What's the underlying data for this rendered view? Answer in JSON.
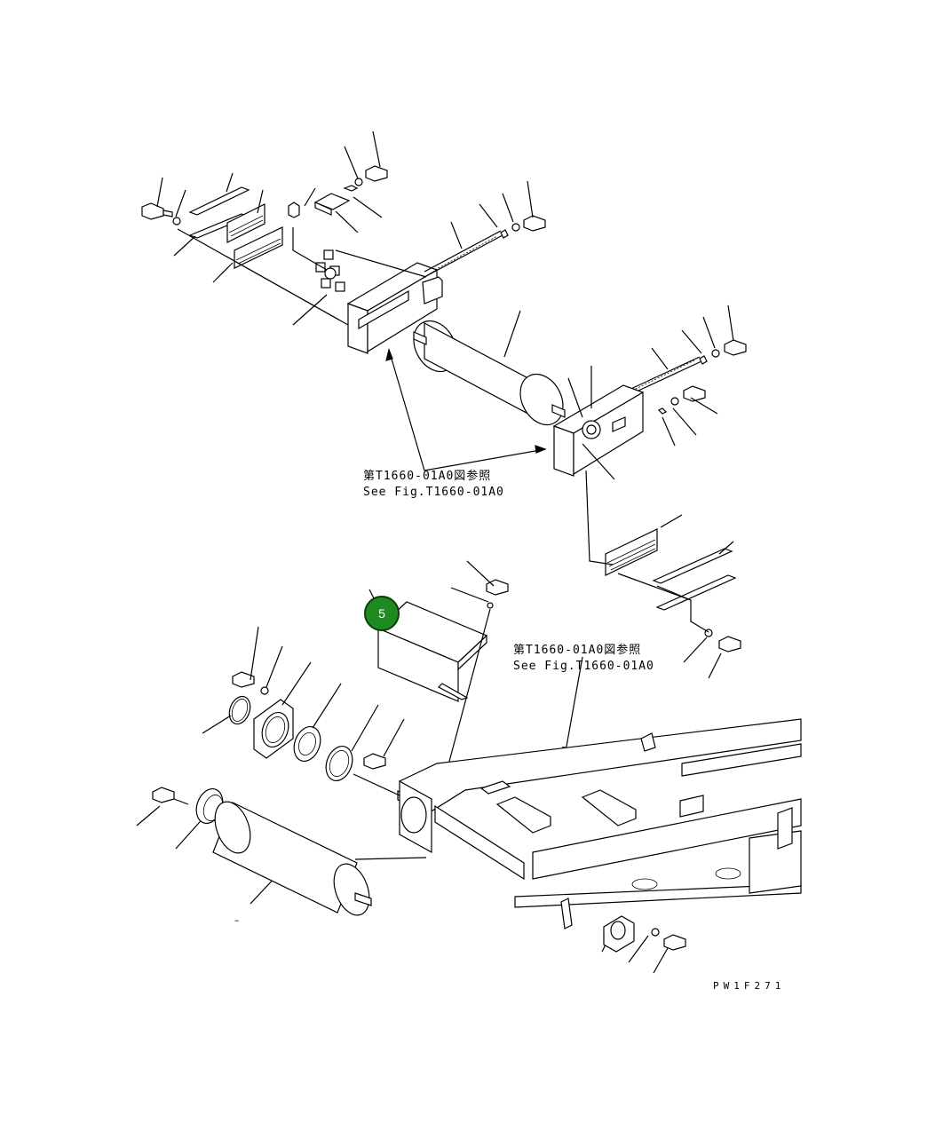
{
  "references": {
    "top": {
      "jp": "第T1660-01A0図参照",
      "en": "See Fig.T1660-01A0"
    },
    "middle": {
      "jp": "第T1660-01A0図参照",
      "en": "See Fig.T1660-01A0"
    }
  },
  "drawing_code": "PW1F271",
  "callout": {
    "number": "5",
    "color": "#1f8a1f"
  },
  "stray_mark": "–"
}
